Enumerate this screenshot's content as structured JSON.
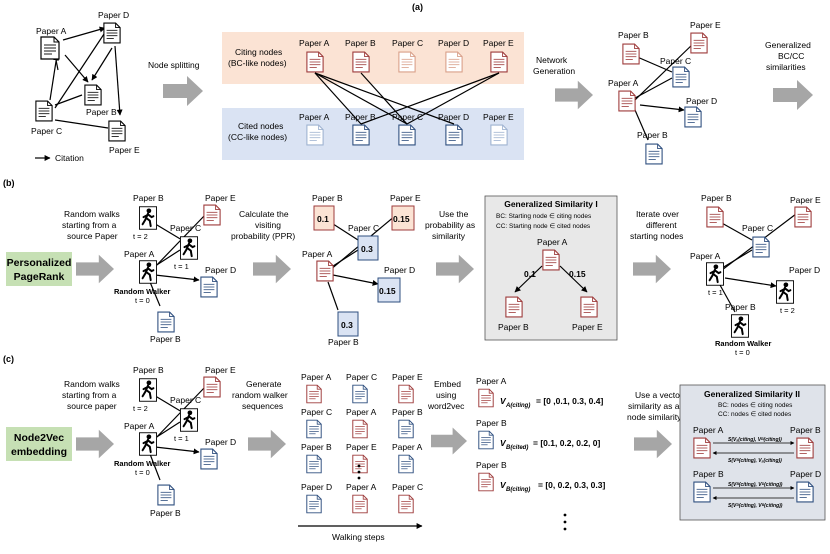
{
  "panels": {
    "a": "(a)",
    "b": "(b)",
    "c": "(c)"
  },
  "panel_a": {
    "graph_nodes": [
      "Paper A",
      "Paper B",
      "Paper C",
      "Paper D",
      "Paper E"
    ],
    "legend_citation": "Citation",
    "step_node_splitting": "Node splitting",
    "citing_title_line1": "Citing nodes",
    "citing_title_line2": "(BC-like nodes)",
    "cited_title_line1": "Cited nodes",
    "cited_title_line2": "(CC-like nodes)",
    "citing_nodes": [
      "Paper A",
      "Paper B",
      "Paper C",
      "Paper D",
      "Paper E"
    ],
    "cited_nodes": [
      "Paper A",
      "Paper B",
      "Paper C",
      "Paper D",
      "Paper E"
    ],
    "step_network_line1": "Network",
    "step_network_line2": "Generation",
    "net_nodes": [
      "Paper B",
      "Paper E",
      "Paper C",
      "Paper A",
      "Paper D",
      "Paper B"
    ],
    "step_general_line1": "Generalized",
    "step_general_line2": "BC/CC",
    "step_general_line3": "similarities"
  },
  "panel_b": {
    "method_line1": "Personalized",
    "method_line2": "PageRank",
    "walk_line1": "Random walks",
    "walk_line2": "starting from a",
    "walk_line3": "source Paper",
    "graph_nodes": [
      "Paper B",
      "Paper E",
      "Paper C",
      "Paper A",
      "Paper D",
      "Paper B"
    ],
    "t2": "t = 2",
    "t1": "t = 1",
    "walker_label": "Random Walker",
    "t0": "t = 0",
    "calc_line1": "Calculate the",
    "calc_line2": "visiting",
    "calc_line3": "probability (PPR)",
    "ppr_nodes": [
      "Paper B",
      "Paper E",
      "Paper C",
      "Paper A",
      "Paper D",
      "Paper B"
    ],
    "ppr_values": [
      "0.1",
      "0.3",
      "0.15",
      "0.15",
      "0.3"
    ],
    "use_line1": "Use the",
    "use_line2": "probability as",
    "use_line3": "similarity",
    "gs1_title": "Generalized Similarity I",
    "gs1_bc": "BC: Starting node ∈ citing nodes",
    "gs1_cc": "CC:  Starting node ∈ cited nodes",
    "gs1_root": "Paper A",
    "gs1_left_val": "0.1",
    "gs1_right_val": "0.15",
    "gs1_left": "Paper B",
    "gs1_right": "Paper E",
    "iter_line1": "Iterate over",
    "iter_line2": "different",
    "iter_line3": "starting nodes",
    "iter_nodes": [
      "Paper B",
      "Paper E",
      "Paper C",
      "Paper A",
      "Paper D",
      "Paper B"
    ],
    "iter_t1": "t = 1",
    "iter_t2": "t = 2",
    "iter_walker": "Random Walker",
    "iter_t0": "t = 0"
  },
  "panel_c": {
    "method_line1": "Node2Vec",
    "method_line2": "embedding",
    "walk_line1": "Random walks",
    "walk_line2": "starting from a",
    "walk_line3": "source paper",
    "graph_nodes": [
      "Paper B",
      "Paper E",
      "Paper C",
      "Paper A",
      "Paper D",
      "Paper B"
    ],
    "t2": "t = 2",
    "t1": "t = 1",
    "walker_label": "Random Walker",
    "t0": "t = 0",
    "gen_line1": "Generate",
    "gen_line2": "random walker",
    "gen_line3": "sequences",
    "seq_row1": [
      "Paper A",
      "Paper C",
      "Paper E"
    ],
    "seq_row2": [
      "Paper C",
      "Paper A",
      "Paper B"
    ],
    "seq_row3": [
      "Paper B",
      "Paper E",
      "Paper A"
    ],
    "seq_row4": [
      "Paper D",
      "Paper A",
      "Paper C"
    ],
    "walking_steps": "Walking steps",
    "embed_line1": "Embed",
    "embed_line2": "using",
    "embed_line3": "word2vec",
    "vec1_node": "Paper A",
    "vec1_text": "V",
    "vec1_sub": "A(citing)",
    "vec1_val": " = [0 ,0.1, 0.3, 0.4]",
    "vec2_node": "Paper B",
    "vec2_text": "V",
    "vec2_sub": "B(cited)",
    "vec2_val": " = [0.1, 0.2, 0.2, 0]",
    "vec3_node": "Paper B",
    "vec3_text": "V",
    "vec3_sub": "B(citing)",
    "vec3_val": " = [0, 0.2, 0.3, 0.3]",
    "vsim_line1": "Use a vector",
    "vsim_line2": "similarity as a",
    "vsim_line3": "node similarity",
    "gs2_title": "Generalized Similarity II",
    "gs2_bc": "BC: nodes ∈ citing nodes",
    "gs2_cc": "CC:  nodes ∈ cited nodes",
    "gs2_pa": "Paper A",
    "gs2_pb1": "Paper B",
    "gs2_pb2": "Paper B",
    "gs2_pd": "Paper D",
    "gs2_s1": "S(Vₐ(citing), Vᴮ(citing))",
    "gs2_s2": "S(Vᴮ(citing), Vₐ(citing))",
    "gs2_s3": "S(Vᴮ(citing), Vᴰ(citing))",
    "gs2_s4": "S(Vᴰ(citing), Vᴮ(citing))"
  },
  "colors": {
    "citing_bg": "#fbe3d4",
    "cited_bg": "#dae3f3",
    "red_doc": "#9e3b3b",
    "blue_doc": "#2f4f7f",
    "green_bg": "#c6e0b4",
    "gray_box": "#e8e8e8",
    "arrow": "#a6a6a6"
  }
}
